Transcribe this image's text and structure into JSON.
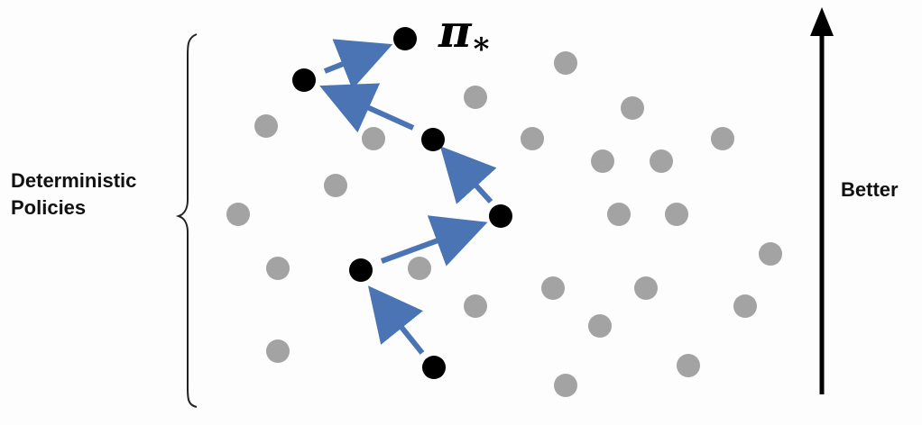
{
  "labels": {
    "policies_line1": "Deterministic",
    "policies_line2": "Policies",
    "better": "Better",
    "optimal_symbol": "π",
    "optimal_subscript": "*"
  },
  "colors": {
    "gray_dot": "#a3a3a3",
    "black_dot": "#000000",
    "arrow": "#4a74b4",
    "axis_arrow": "#000000"
  },
  "icons": {
    "brace": "curly-brace-icon",
    "up_arrow": "up-arrow-icon"
  }
}
